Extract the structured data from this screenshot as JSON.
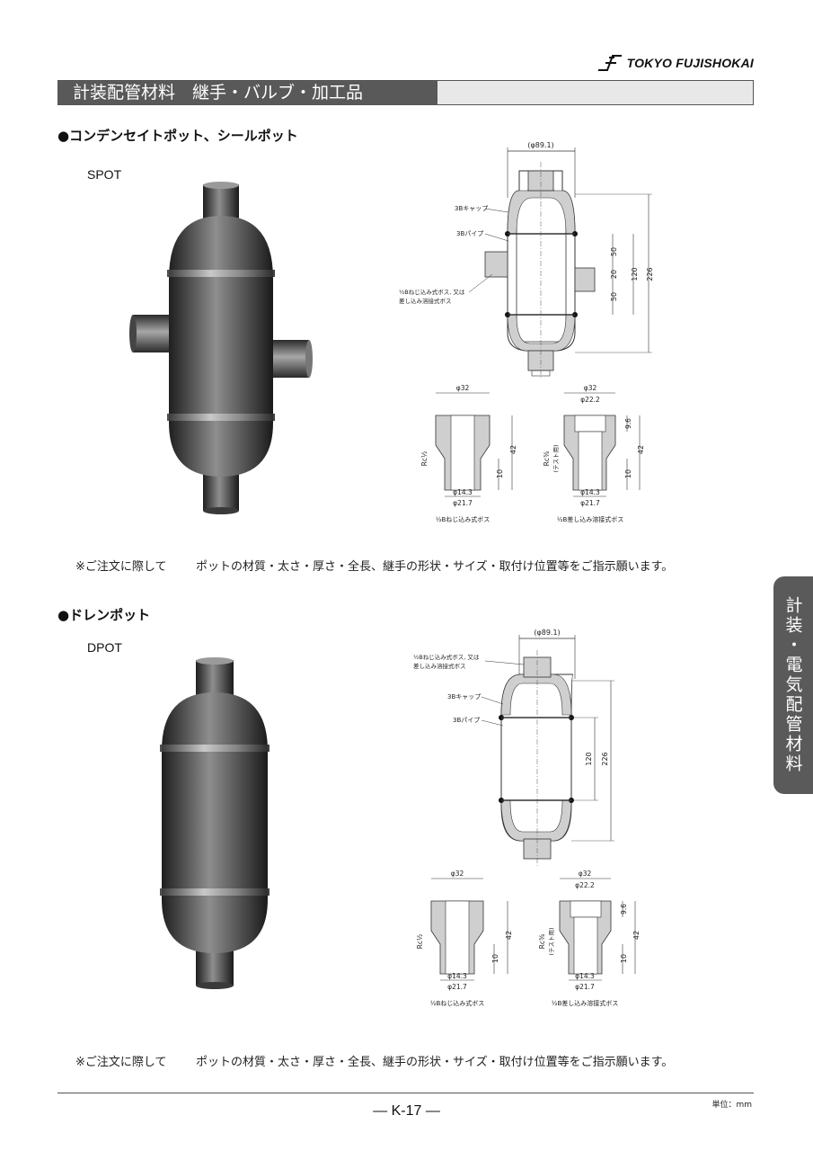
{
  "brand": {
    "name": "TOKYO FUJISHOKAI",
    "logo_icon": "fujishokai-logo-icon"
  },
  "header": {
    "title": "計装配管材料　継手・バルブ・加工品"
  },
  "side_tab": {
    "label": "計装・電気配管材料"
  },
  "spot": {
    "section_title": "●コンデンセイトポット、シールポット",
    "model": "SPOT",
    "note_lead": "※ご注文に際して",
    "note_text": "ポットの材質・太さ・厚さ・全長、継手の形状・サイズ・取付け位置等をご指示願います。",
    "drawing": {
      "diameter": "(φ89.1)",
      "cap_label": "3Bキャップ",
      "pipe_label": "3Bパイプ",
      "boss_label_1": "½Bねじ込み式ボス, 又は",
      "boss_label_2": "差し込み溶接式ボス",
      "dim_50_top": "50",
      "dim_20": "20",
      "dim_50_bottom": "50",
      "dim_120": "120",
      "dim_226": "226"
    },
    "boss_left": {
      "diameter_top": "φ32",
      "rc": "Rc½",
      "dim_42": "42",
      "dim_10": "10",
      "d1": "φ14.3",
      "d2": "φ21.7",
      "caption": "½Bねじ込み式ボス"
    },
    "boss_right": {
      "diameter_top": "φ32",
      "diameter_inner": "φ22.2",
      "dim_96": "9.6",
      "rc": "Rc⅜",
      "rc_note": "(テスト用)",
      "dim_42": "42",
      "dim_10": "10",
      "d1": "φ14.3",
      "d2": "φ21.7",
      "caption": "½B差し込み溶接式ボス"
    }
  },
  "dpot": {
    "section_title": "●ドレンポット",
    "model": "DPOT",
    "note_lead": "※ご注文に際して",
    "note_text": "ポットの材質・太さ・厚さ・全長、継手の形状・サイズ・取付け位置等をご指示願います。",
    "drawing": {
      "diameter": "(φ89.1)",
      "boss_label_1": "½Bねじ込み式ボス, 又は",
      "boss_label_2": "差し込み溶接式ボス",
      "cap_label": "3Bキャップ",
      "pipe_label": "3Bパイプ",
      "dim_120": "120",
      "dim_226": "226"
    },
    "boss_left": {
      "diameter_top": "φ32",
      "rc": "Rc½",
      "dim_42": "42",
      "dim_10": "10",
      "d1": "φ14.3",
      "d2": "φ21.7",
      "caption": "½Bねじ込み式ボス"
    },
    "boss_right": {
      "diameter_top": "φ32",
      "diameter_inner": "φ22.2",
      "dim_96": "9.6",
      "rc": "Rc⅜",
      "rc_note": "(テスト用)",
      "dim_42": "42",
      "dim_10": "10",
      "d1": "φ14.3",
      "d2": "φ21.7",
      "caption": "½B差し込み溶接式ボス"
    }
  },
  "footer": {
    "unit": "単位：mm",
    "page": "— K-17 —"
  }
}
